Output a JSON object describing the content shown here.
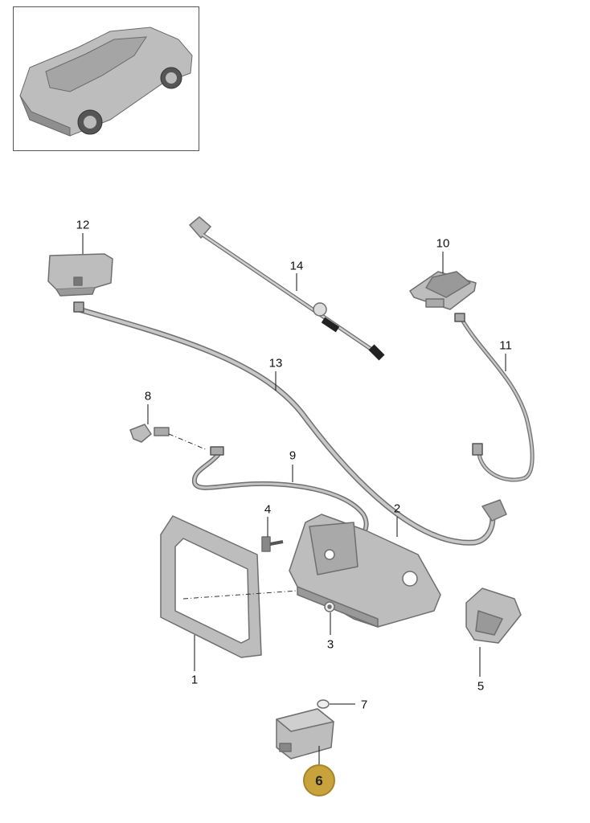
{
  "thumbnail": {
    "icon": "car-thumbnail-icon"
  },
  "parts": [
    {
      "id": "p1",
      "number": "1",
      "name": "trim-frame"
    },
    {
      "id": "p2",
      "number": "2",
      "name": "mounting-bracket"
    },
    {
      "id": "p3",
      "number": "3",
      "name": "clip-nut"
    },
    {
      "id": "p4",
      "number": "4",
      "name": "screw"
    },
    {
      "id": "p5",
      "number": "5",
      "name": "cover-piece"
    },
    {
      "id": "p6",
      "number": "6",
      "name": "control-unit",
      "highlighted": true
    },
    {
      "id": "p7",
      "number": "7",
      "name": "washer"
    },
    {
      "id": "p8",
      "number": "8",
      "name": "connector-plug"
    },
    {
      "id": "p9",
      "number": "9",
      "name": "cable-short"
    },
    {
      "id": "p10",
      "number": "10",
      "name": "antenna-module"
    },
    {
      "id": "p11",
      "number": "11",
      "name": "antenna-cable"
    },
    {
      "id": "p12",
      "number": "12",
      "name": "holder-unit"
    },
    {
      "id": "p13",
      "number": "13",
      "name": "cable-long"
    },
    {
      "id": "p14",
      "number": "14",
      "name": "rod-cable"
    }
  ],
  "colors": {
    "part_fill": "#b9b9b9",
    "part_stroke": "#6f6f6f",
    "highlight": "#c8a23a"
  }
}
